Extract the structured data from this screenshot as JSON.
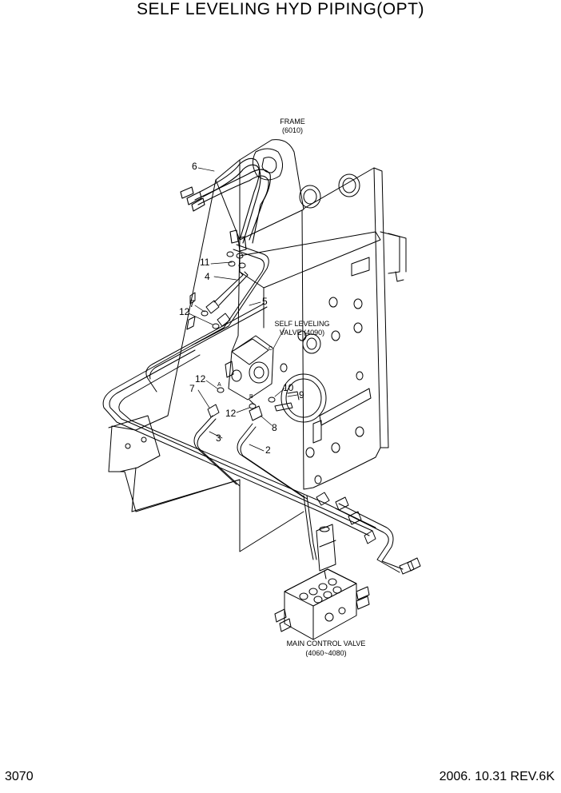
{
  "title": "SELF LEVELING HYD PIPING(OPT)",
  "labels": {
    "frame_name": "FRAME",
    "frame_code": "(6010)",
    "slv_name": "SELF LEVELING",
    "slv_code": "VALVE  (4090)",
    "mcv_name": "MAIN CONTROL VALVE",
    "mcv_code": "(4060~4080)"
  },
  "callouts": {
    "c6": "6",
    "c11": "11",
    "c4": "4",
    "c5": "5",
    "c7a": "7",
    "c12a": "12",
    "c12b": "12",
    "c7b": "7",
    "c12c": "12",
    "c10": "10",
    "c9": "9",
    "c8": "8",
    "c3": "3",
    "c2": "2",
    "port_a": "A",
    "port_b": "B",
    "port_c": "C"
  },
  "footer": {
    "page": "3070",
    "date_rev": "2006. 10.31  REV.6K"
  }
}
